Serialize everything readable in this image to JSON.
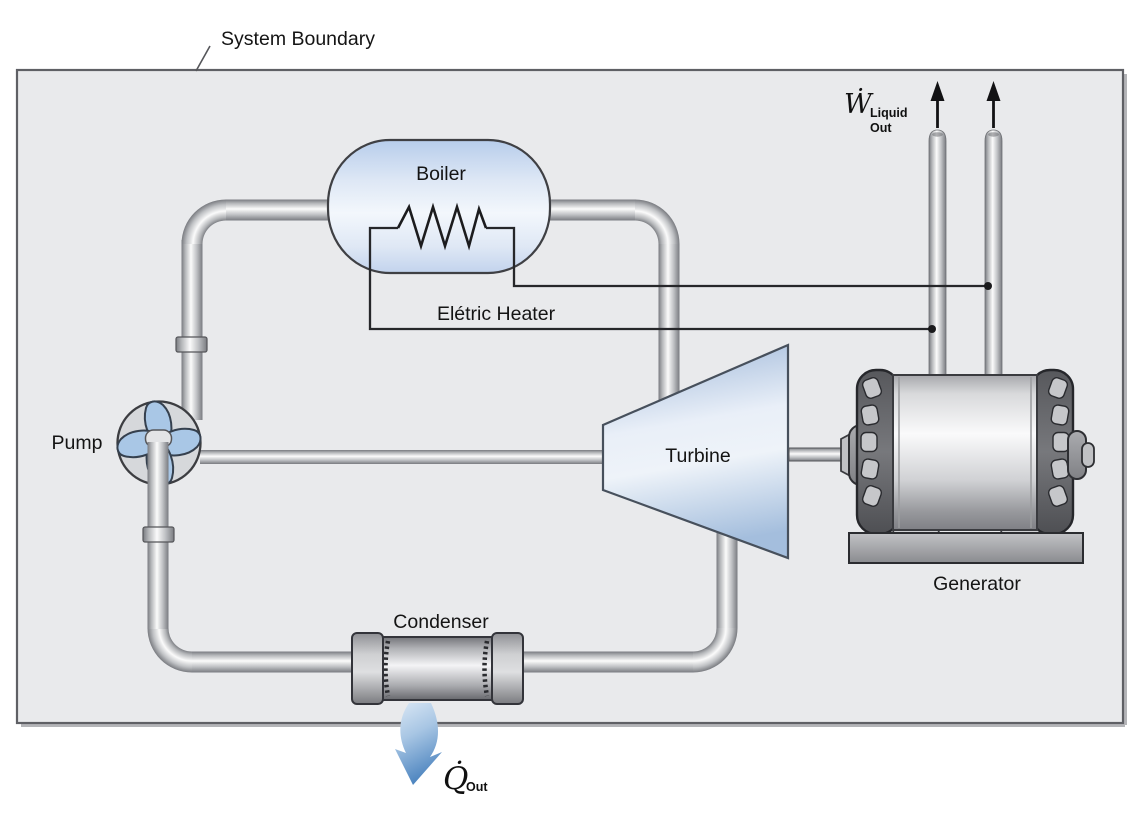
{
  "diagram": {
    "type": "rankine-cycle-process-flow",
    "system_boundary_label": "System Boundary",
    "components": {
      "boiler": {
        "label": "Boiler"
      },
      "electric_heater": {
        "label": "Elétric Heater"
      },
      "pump": {
        "label": "Pump"
      },
      "turbine": {
        "label": "Turbine"
      },
      "generator": {
        "label": "Generator"
      },
      "condenser": {
        "label": "Condenser"
      }
    },
    "annotations": {
      "work_out": {
        "symbol": "Ẇ",
        "subscript_line1": "Liquid",
        "subscript_line2": "Out"
      },
      "heat_out": {
        "symbol": "Q̇",
        "subscript": "Out"
      }
    },
    "colors": {
      "background_outside": "#ffffff",
      "system_boundary_fill": "#e9eaec",
      "system_boundary_stroke": "#5f6065",
      "component_blue_light": "#eaf0f8",
      "component_blue": "#a4bedd",
      "pipe_gray_dark": "#797b80",
      "pipe_gray_light": "#fbfbfb",
      "wire_black": "#26272a",
      "heat_arrow_blue": "#4f86c0"
    }
  }
}
